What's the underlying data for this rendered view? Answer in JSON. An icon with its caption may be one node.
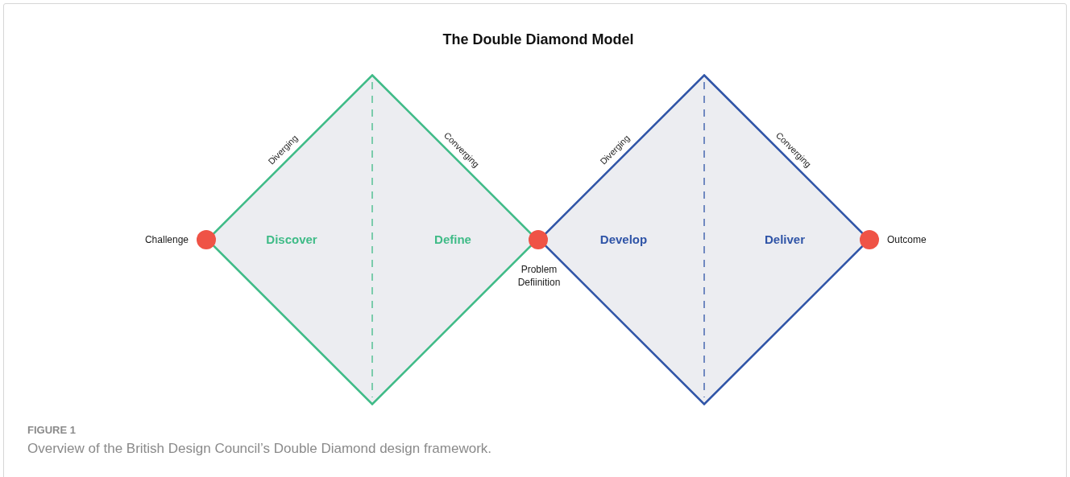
{
  "diagram": {
    "title": "The Double Diamond Model",
    "nodes": [
      {
        "text": [],
        "shape": "circle",
        "beside": [
          "Challenge"
        ]
      },
      {
        "text": [
          "Discover",
          "Define"
        ]
      },
      {
        "text": [],
        "shape": "circle"
      },
      {
        "text": [
          "Develop",
          "Deliver"
        ]
      },
      {
        "text": [],
        "shape": "circle",
        "beside": [
          "Outcome"
        ]
      }
    ],
    "labels": [
      "Diverging",
      "Converging",
      "Diverging",
      "Converging",
      "Problem Defiinition",
      "FIGURE 1"
    ],
    "caption": "Overview of the British Design Council’s Double Diamond design framework."
  }
}
